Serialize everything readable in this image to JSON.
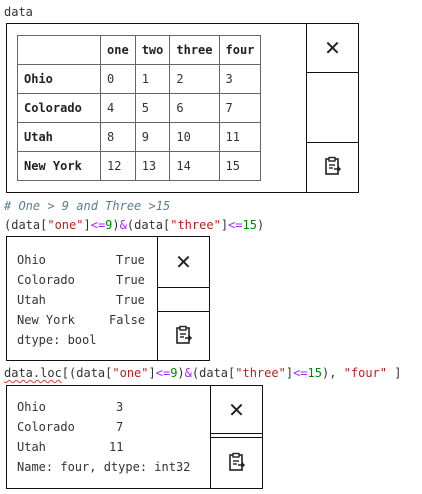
{
  "cell1": {
    "code": "data"
  },
  "dataframe": {
    "columns": [
      "one",
      "two",
      "three",
      "four"
    ],
    "rows": [
      {
        "index": "Ohio",
        "values": [
          "0",
          "1",
          "2",
          "3"
        ]
      },
      {
        "index": "Colorado",
        "values": [
          "4",
          "5",
          "6",
          "7"
        ]
      },
      {
        "index": "Utah",
        "values": [
          "8",
          "9",
          "10",
          "11"
        ]
      },
      {
        "index": "New York",
        "values": [
          "12",
          "13",
          "14",
          "15"
        ]
      }
    ]
  },
  "cell2": {
    "comment": "# One > 9 and Three >15",
    "code": {
      "a": "(data[",
      "s1": "\"one\"",
      "b": "]",
      "op1": "<=",
      "n1": "9",
      "c": ")",
      "op2": "&",
      "d": "(data[",
      "s2": "\"three\"",
      "e": "]",
      "op3": "<=",
      "n2": "15",
      "f": ")"
    }
  },
  "output2": {
    "rows": [
      {
        "label": "Ohio",
        "value": "True"
      },
      {
        "label": "Colorado",
        "value": "True"
      },
      {
        "label": "Utah",
        "value": "True"
      },
      {
        "label": "New York",
        "value": "False"
      }
    ],
    "footer": "dtype: bool"
  },
  "cell3": {
    "code": {
      "a": "data.loc",
      "b": "[(data[",
      "s1": "\"one\"",
      "c": "]",
      "op1": "<=",
      "n1": "9",
      "d": ")",
      "op2": "&",
      "e": "(data[",
      "s2": "\"three\"",
      "f": "]",
      "op3": "<=",
      "n2": "15",
      "g": "), ",
      "s3": "\"four\"",
      "h": " ]"
    }
  },
  "output3": {
    "rows": [
      {
        "label": "Ohio",
        "value": "3"
      },
      {
        "label": "Colorado",
        "value": "7"
      },
      {
        "label": "Utah",
        "value": "11"
      }
    ],
    "footer": "Name: four, dtype: int32"
  },
  "icons": {
    "close": "close-icon",
    "copy": "copy-icon"
  },
  "glyphs": {
    "close": "✕"
  }
}
